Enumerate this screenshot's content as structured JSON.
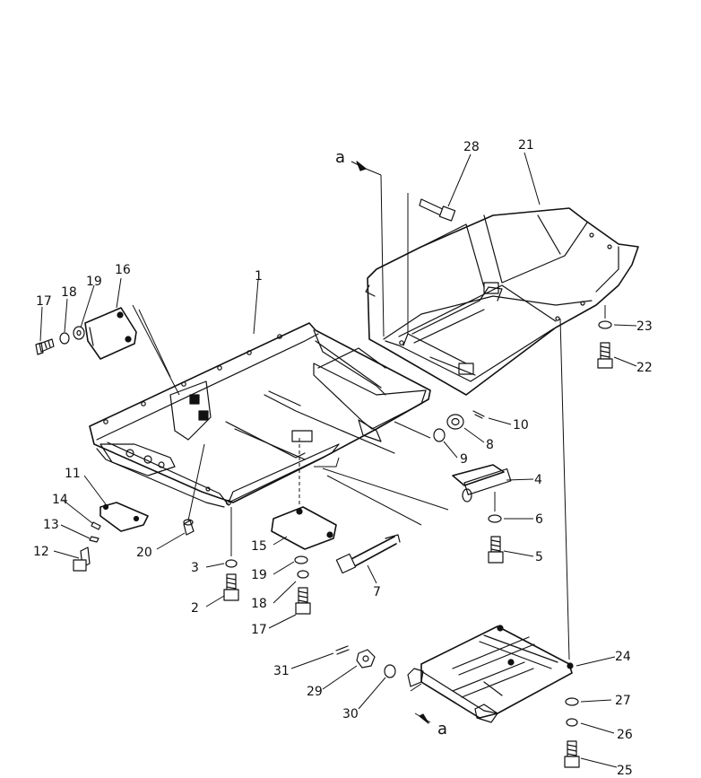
{
  "callouts": {
    "c1": "1",
    "c2": "2",
    "c3": "3",
    "c4": "4",
    "c5": "5",
    "c6": "6",
    "c7": "7",
    "c8": "8",
    "c9": "9",
    "c10": "10",
    "c11": "11",
    "c12": "12",
    "c13": "13",
    "c14": "14",
    "c15": "15",
    "c16": "16",
    "c17a": "17",
    "c17b": "17",
    "c18a": "18",
    "c18b": "18",
    "c19a": "19",
    "c19b": "19",
    "c20": "20",
    "c21": "21",
    "c22": "22",
    "c23": "23",
    "c24": "24",
    "c25": "25",
    "c26": "26",
    "c27": "27",
    "c28": "28",
    "c29": "29",
    "c30": "30",
    "c31": "31"
  },
  "reference_marks": {
    "top": "a",
    "bottom": "a"
  },
  "colors": {
    "ink": "#111111",
    "paper": "#ffffff"
  }
}
